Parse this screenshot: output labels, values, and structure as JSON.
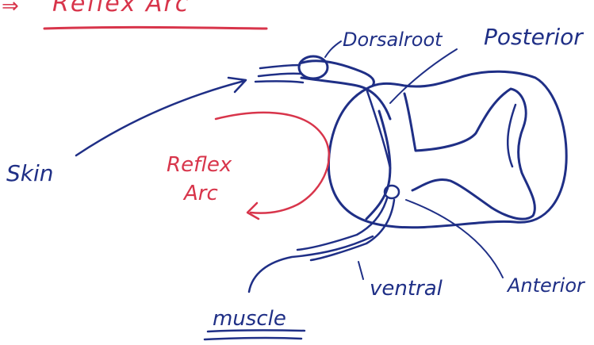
{
  "title": {
    "arrow": "⇒",
    "text": "Reflex Arc"
  },
  "labels": {
    "dorsal_root": "Dorsalroot",
    "posterior": "Posterior",
    "skin": "Skin",
    "reflex": "Reflex",
    "arc": "Arc",
    "ventral": "ventral",
    "anterior": "Anterior",
    "muscle": "muscle"
  },
  "colors": {
    "ink_blue": "#1f2f86",
    "ink_red": "#d8354b",
    "paper": "#ffffff"
  }
}
